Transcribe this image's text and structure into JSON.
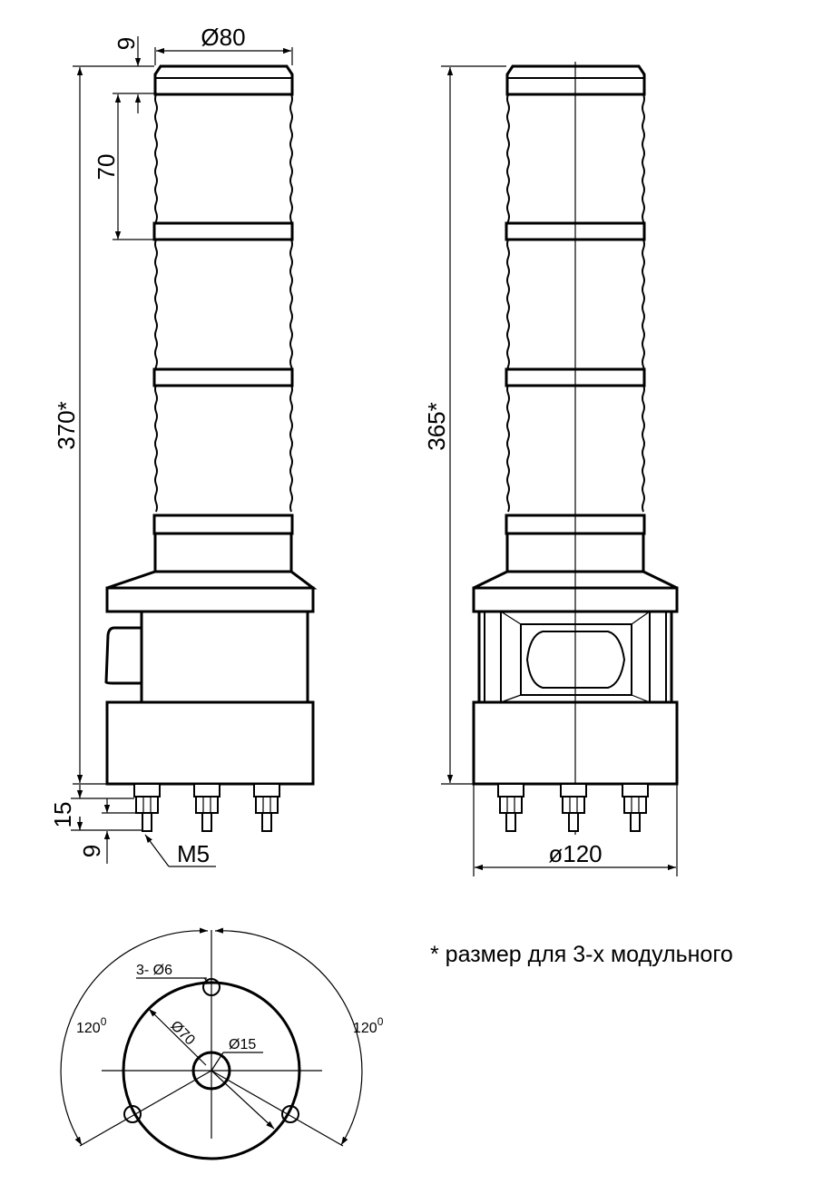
{
  "front_view": {
    "dim_diameter_top": "Ø80",
    "dim_cap_height": "9",
    "dim_module_height": "70",
    "dim_total_height": "370*",
    "dim_stud_length": "15",
    "dim_thread_length": "9",
    "dim_thread": "M5"
  },
  "side_view": {
    "dim_total_height": "365*",
    "dim_base_diameter": "ø120"
  },
  "plan_view": {
    "dim_holes": "3- Ø6",
    "dim_bolt_circle": "Ø70",
    "dim_center_hole": "Ø15",
    "angle_left_value": "120",
    "angle_right_value": "120",
    "degree_mark": "0"
  },
  "note": "* размер для 3-х модульного"
}
